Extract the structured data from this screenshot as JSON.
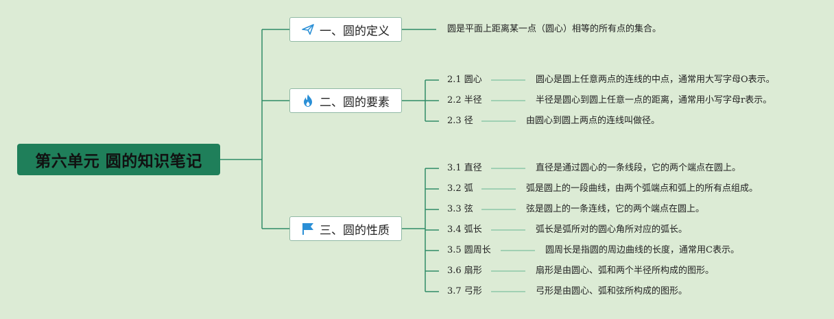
{
  "root": {
    "title": "第六单元 圆的知识笔记"
  },
  "branches": [
    {
      "title": "一、圆的定义",
      "icon": "paper-plane-icon",
      "description": "圆是平面上距离某一点（圆心）相等的所有点的集合。"
    },
    {
      "title": "二、圆的要素",
      "icon": "flame-icon",
      "items": [
        {
          "label": "2.1 圆心",
          "text": "圆心是圆上任意两点的连线的中点，通常用大写字母O表示。"
        },
        {
          "label": "2.2 半径",
          "text": "半径是圆心到圆上任意一点的距离，通常用小写字母r表示。"
        },
        {
          "label": "2.3 径",
          "text": "由圆心到圆上两点的连线叫做径。"
        }
      ]
    },
    {
      "title": "三、圆的性质",
      "icon": "flag-icon",
      "items": [
        {
          "label": "3.1 直径",
          "text": "直径是通过圆心的一条线段，它的两个端点在圆上。"
        },
        {
          "label": "3.2 弧",
          "text": "弧是圆上的一段曲线，由两个弧端点和弧上的所有点组成。"
        },
        {
          "label": "3.3 弦",
          "text": "弦是圆上的一条连线，它的两个端点在圆上。"
        },
        {
          "label": "3.4 弧长",
          "text": "弧长是弧所对的圆心角所对应的弧长。"
        },
        {
          "label": "3.5 圆周长",
          "text": "圆周长是指圆的周边曲线的长度，通常用C表示。"
        },
        {
          "label": "3.6 扇形",
          "text": "扇形是由圆心、弧和两个半径所构成的图形。"
        },
        {
          "label": "3.7 弓形",
          "text": "弓形是由圆心、弧和弦所构成的图形。"
        }
      ]
    }
  ],
  "colors": {
    "background": "#dcebd5",
    "root": "#1f7f5a",
    "connector": "#2e8b66",
    "leaf-line": "#8cc8a8",
    "icon": "#2a8fd6"
  }
}
